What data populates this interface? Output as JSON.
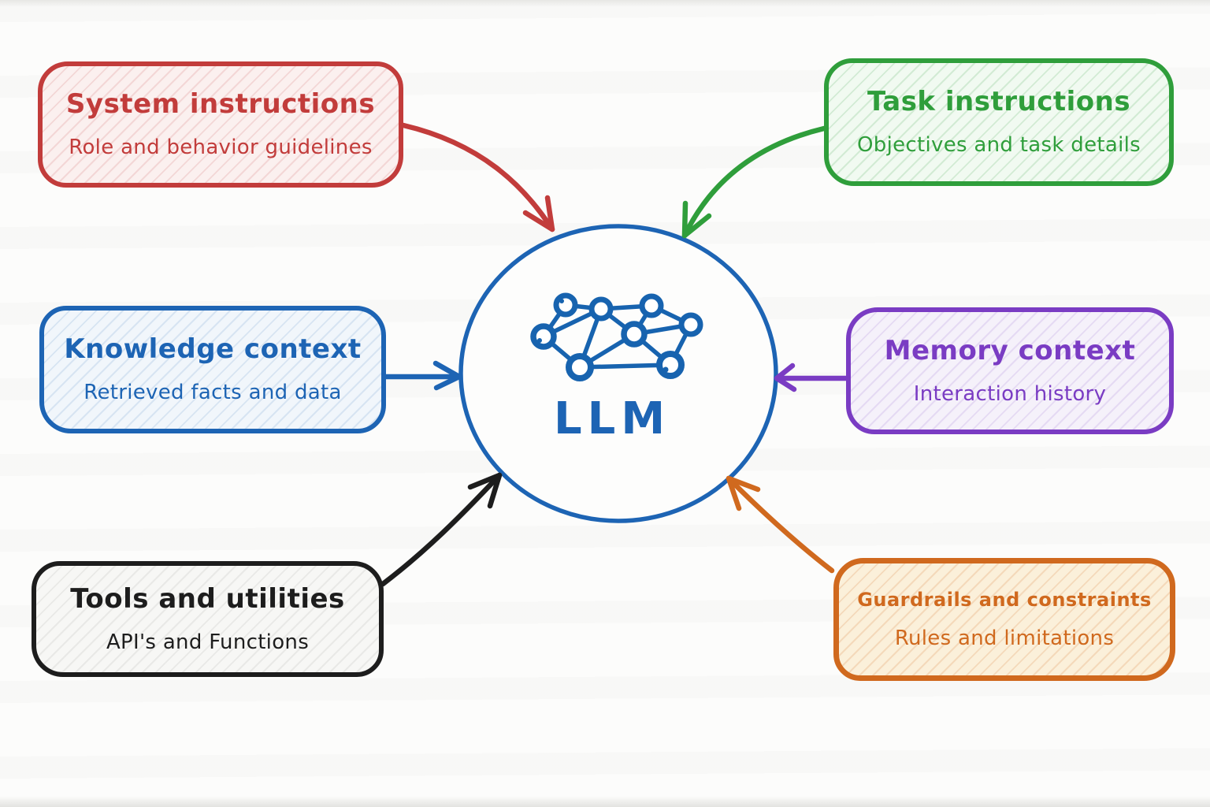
{
  "center": {
    "label": "LLM",
    "icon": "neural-network-icon",
    "circle_color": "#1d64b4"
  },
  "nodes": [
    {
      "id": "system-instructions",
      "title": "System instructions",
      "subtitle": "Role and behavior guidelines",
      "color": "#c23c3b",
      "position": "top-left"
    },
    {
      "id": "task-instructions",
      "title": "Task instructions",
      "subtitle": "Objectives and task details",
      "color": "#2f9e3b",
      "position": "top-right"
    },
    {
      "id": "knowledge-context",
      "title": "Knowledge context",
      "subtitle": "Retrieved facts and data",
      "color": "#1d64b4",
      "position": "middle-left"
    },
    {
      "id": "memory-context",
      "title": "Memory context",
      "subtitle": "Interaction history",
      "color": "#7a3cc3",
      "position": "middle-right"
    },
    {
      "id": "tools-and-utilities",
      "title": "Tools and utilities",
      "subtitle": "API's and Functions",
      "color": "#1d1d1d",
      "position": "bottom-left"
    },
    {
      "id": "guardrails-and-constraints",
      "title": "Guardrails and constraints",
      "subtitle": "Rules and limitations",
      "color": "#d0691e",
      "position": "bottom-right"
    }
  ],
  "arrows": [
    {
      "from": "system-instructions",
      "to": "LLM",
      "color": "#c23c3b"
    },
    {
      "from": "task-instructions",
      "to": "LLM",
      "color": "#2f9e3b"
    },
    {
      "from": "knowledge-context",
      "to": "LLM",
      "color": "#1d64b4"
    },
    {
      "from": "memory-context",
      "to": "LLM",
      "color": "#7a3cc3"
    },
    {
      "from": "tools-and-utilities",
      "to": "LLM",
      "color": "#1d1d1d"
    },
    {
      "from": "guardrails-and-constraints",
      "to": "LLM",
      "color": "#d0691e"
    }
  ]
}
